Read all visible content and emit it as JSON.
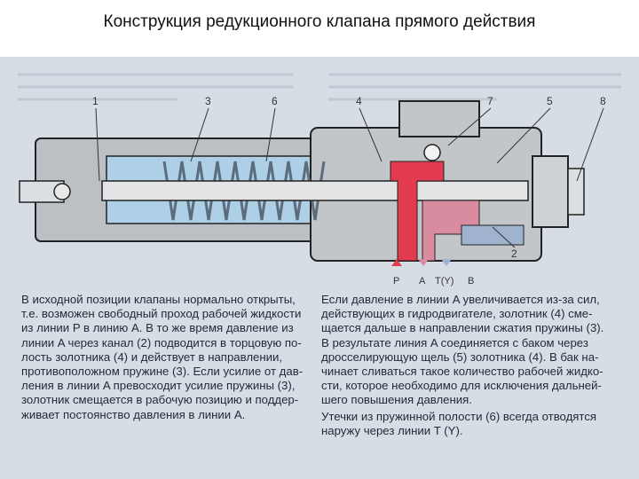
{
  "title": "Конструкция редукционного клапана прямого действия",
  "labels": {
    "n1": "1",
    "n3": "3",
    "n6": "6",
    "n4": "4",
    "n7": "7",
    "n5": "5",
    "n8": "8",
    "n2": "2"
  },
  "ports": {
    "p": "P",
    "a": "A",
    "t": "T(Y)",
    "b": "B"
  },
  "colors": {
    "pressure_line": "#e23a4e",
    "reduced_line": "#d98ca0",
    "tank_line": "#9fb3cf",
    "spring": "#6a7a8c",
    "body": "#b4b8bc"
  },
  "left_text": [
    "В исходной позиции клапаны нормально открыты,",
    "т.е. возможен свободный проход рабочей жидкости",
    "из линии P в линию A. В то же время давление из",
    "линии A через канал (2) подводится в торцовую по-",
    "лость  золотника (4) и действует в направлении,",
    "противоположном пружине (3). Если усилие от дав-",
    "ления в линии A превосходит усилие пружины (3),",
    "золотник смещается в рабочую позицию и поддер-",
    "живает постоянство давления в линии A."
  ],
  "right_text": [
    "Если давление в линии A увеличивается из-за сил,",
    "действующих в гидродвигателе, золотник (4) сме-",
    "щается дальше в направлении сжатия пружины (3).",
    "В результате линия A соединяется с баком через",
    "дросселирующую щель (5) золотника (4). В бак на-",
    "чинает сливаться такое количество рабочей жидко-",
    "сти, которое необходимо для исключения дальней-",
    "шего повышения давления."
  ],
  "leak_text": [
    "Утечки из пружинной полости (6) всегда отводятся",
    "наружу через линии T (Y)."
  ]
}
